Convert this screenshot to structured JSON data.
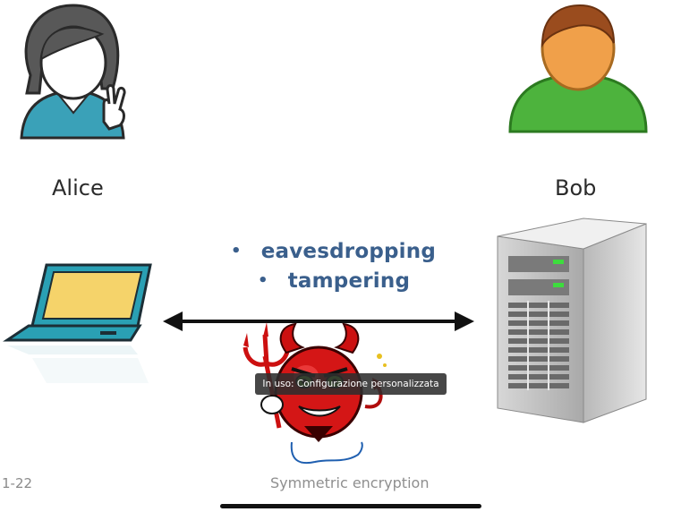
{
  "people": {
    "alice": {
      "label": "Alice",
      "icon": "alice-avatar-icon"
    },
    "bob": {
      "label": "Bob",
      "icon": "bob-avatar-icon"
    }
  },
  "threats": {
    "items": [
      "eavesdropping",
      "tampering"
    ],
    "bullet": "•",
    "color": "#3a5f8c"
  },
  "devices": {
    "left": "laptop-icon",
    "right": "server-icon",
    "attacker": "devil-attacker-icon",
    "channel": "double-arrow-icon"
  },
  "tooltip": {
    "text": "In uso: Configurazione personalizzata"
  },
  "footer": {
    "slide_number": "1-22",
    "title": "Symmetric encryption"
  }
}
